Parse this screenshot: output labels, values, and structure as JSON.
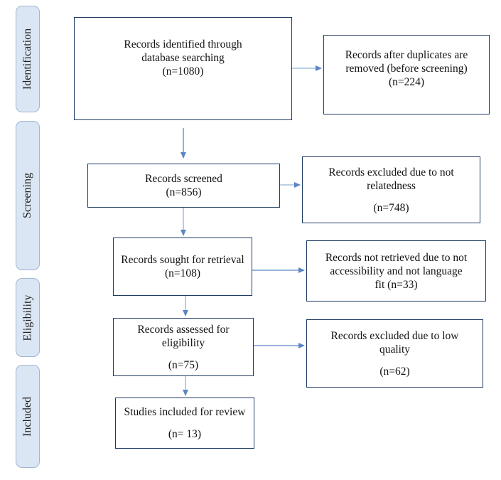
{
  "phases": {
    "identification": "Identification",
    "screening": "Screening",
    "eligibility": "Eligibility",
    "included": "Included"
  },
  "boxes": {
    "identified": {
      "line1": "Records identified through",
      "line2": "database searching",
      "line3": "(n=1080)"
    },
    "after_duplicates": {
      "line1": "Records after duplicates are",
      "line2": "removed (before screening)",
      "line3": "(n=224)"
    },
    "screened": {
      "line1": "Records screened",
      "line2": "(n=856)"
    },
    "excluded_relatedness": {
      "line1": "Records excluded due to not",
      "line2": "relatedness",
      "line3": "(n=748)"
    },
    "sought": {
      "line1": "Records sought for retrieval",
      "line2": "(n=108)"
    },
    "not_retrieved": {
      "line1": "Records not retrieved due to not",
      "line2": "accessibility and not language",
      "line3": "fit (n=33)"
    },
    "assessed": {
      "line1": "Records assessed for",
      "line2": "eligibility",
      "line3": "(n=75)"
    },
    "excluded_quality": {
      "line1": "Records excluded due to low",
      "line2": "quality",
      "line3": "(n=62)"
    },
    "included": {
      "line1": "Studies included for review",
      "line2": "(n= 13)"
    }
  },
  "colors": {
    "box_border": "#1f3a63",
    "arrow": "#5b86c4",
    "phase_fill": "#dbe6f4",
    "phase_border": "#9fb5d3"
  }
}
